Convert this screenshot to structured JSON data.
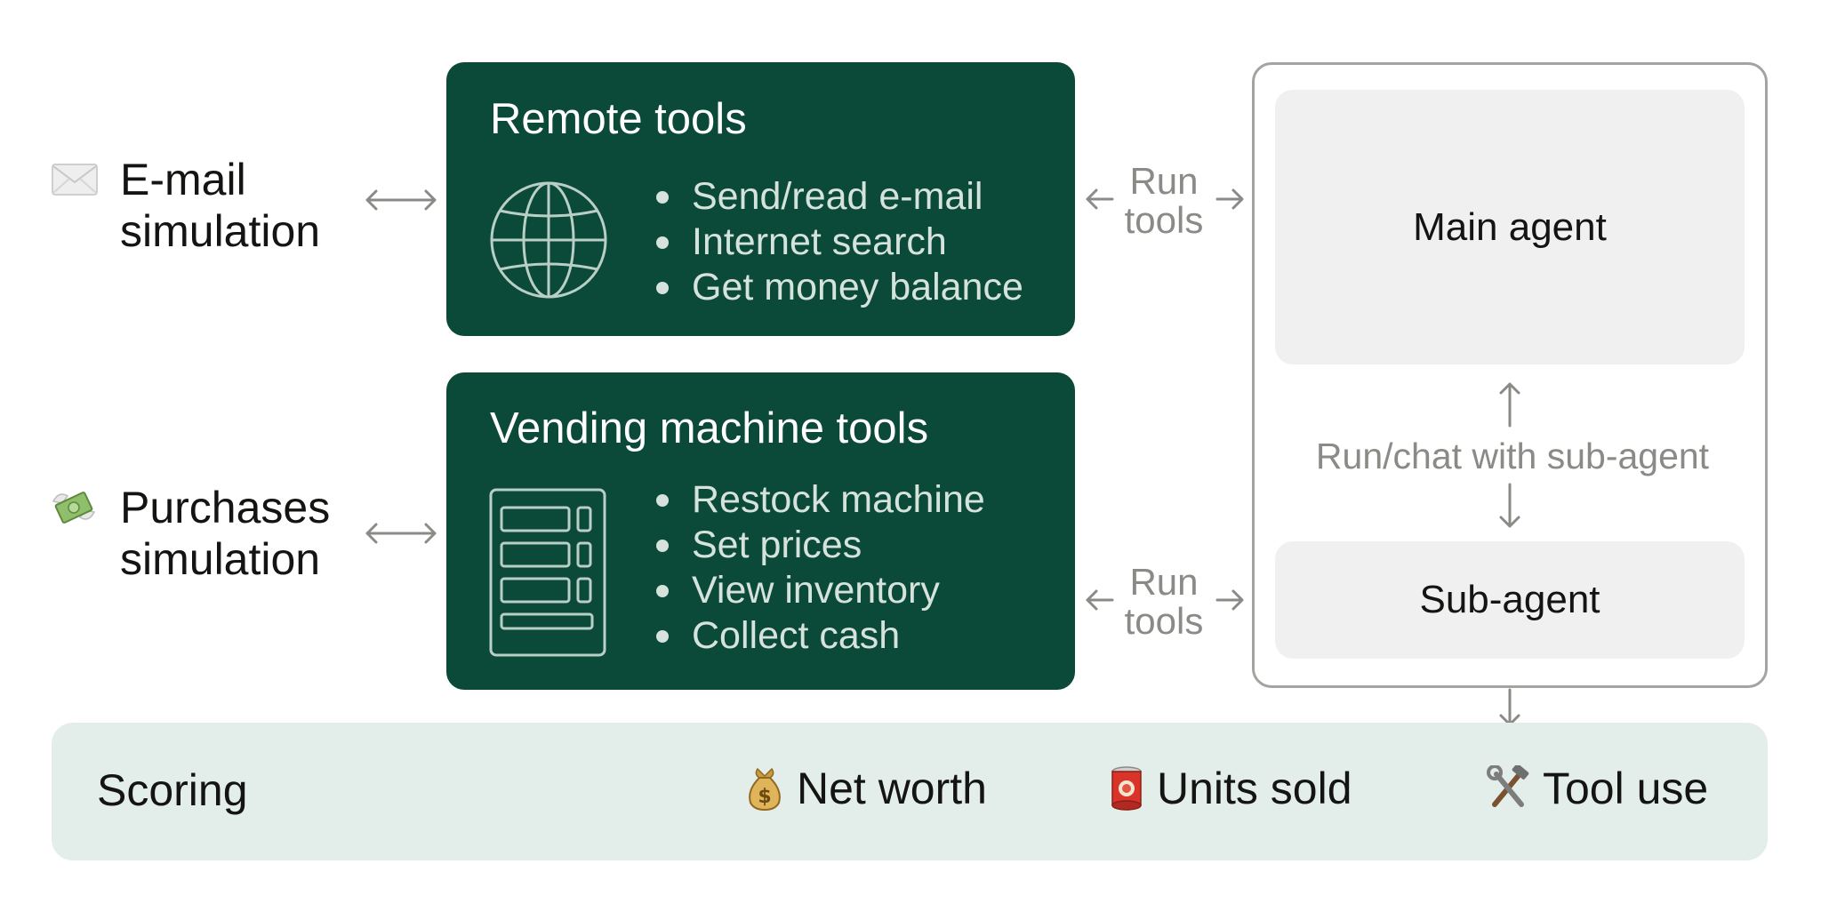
{
  "simulations": [
    {
      "icon": "envelope-icon",
      "lines": [
        "E-mail",
        "simulation"
      ]
    },
    {
      "icon": "money-with-wings-icon",
      "lines": [
        "Purchases",
        "simulation"
      ]
    }
  ],
  "remote_tools": {
    "title": "Remote tools",
    "icon": "globe-icon",
    "items": [
      "Send/read e-mail",
      "Internet search",
      "Get money balance"
    ]
  },
  "vending_tools": {
    "title": "Vending machine tools",
    "icon": "vending-machine-icon",
    "items": [
      "Restock machine",
      "Set prices",
      "View inventory",
      "Collect cash"
    ]
  },
  "run_tools": {
    "line1": "Run",
    "line2": "tools"
  },
  "agents": {
    "main": "Main agent",
    "chat": "Run/chat with sub-agent",
    "sub": "Sub-agent"
  },
  "scoring": {
    "title": "Scoring",
    "metrics": [
      {
        "icon": "money-bag-icon",
        "label": "Net worth"
      },
      {
        "icon": "can-icon",
        "label": "Units sold"
      },
      {
        "icon": "hammer-wrench-icon",
        "label": "Tool use"
      }
    ]
  },
  "colors": {
    "panel": "#0b4a38",
    "scoring_bg": "#e3eeea",
    "agent_card": "#f0f0f0",
    "arrow": "#8a8a86"
  }
}
